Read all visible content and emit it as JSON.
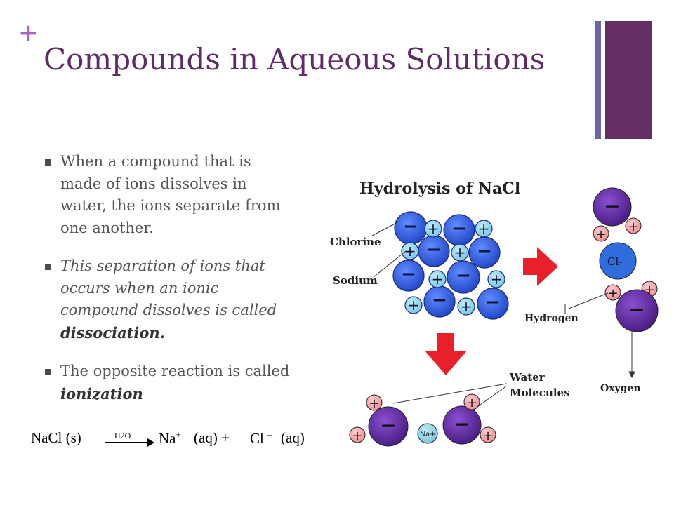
{
  "slide": {
    "plus": "+",
    "title": "Compounds in Aqueous Solutions"
  },
  "bullets": [
    {
      "text": "When a compound that is made of ions dissolves in water, the ions separate from one another."
    },
    {
      "text": "This separation of ions that occurs when an ionic compound dissolves is called ",
      "emph": "dissociation."
    },
    {
      "text": "The opposite reaction is called ",
      "emph": "ionization"
    }
  ],
  "equation": {
    "reactant": "NaCl (s)",
    "arrow_label": "H2O",
    "na": "Na",
    "na_charge": "+",
    "na_state": "(aq) +",
    "cl": "Cl",
    "cl_charge": "–",
    "cl_state": "(aq)"
  },
  "diagram": {
    "title": "Hydrolysis of NaCl",
    "labels": {
      "chlorine": "Chlorine",
      "sodium": "Sodium",
      "hydrogen": "Hydrogen",
      "oxygen": "Oxygen",
      "water": "Water",
      "molecules": "Molecules",
      "cl_ion": "Cl-",
      "na_ion": "Na+"
    },
    "colors": {
      "chlorine_fill": "#2f5fe0",
      "sodium_fill": "#8fd3ec",
      "oxygen_fill": "#5b2a9c",
      "hydrogen_fill": "#f4a6a8",
      "arrow_red": "#e8202a"
    }
  },
  "colors": {
    "title": "#5e2d68",
    "plus": "#b15fc2",
    "bar_thin": "#6f64a6",
    "bar_thick": "#632f62"
  }
}
